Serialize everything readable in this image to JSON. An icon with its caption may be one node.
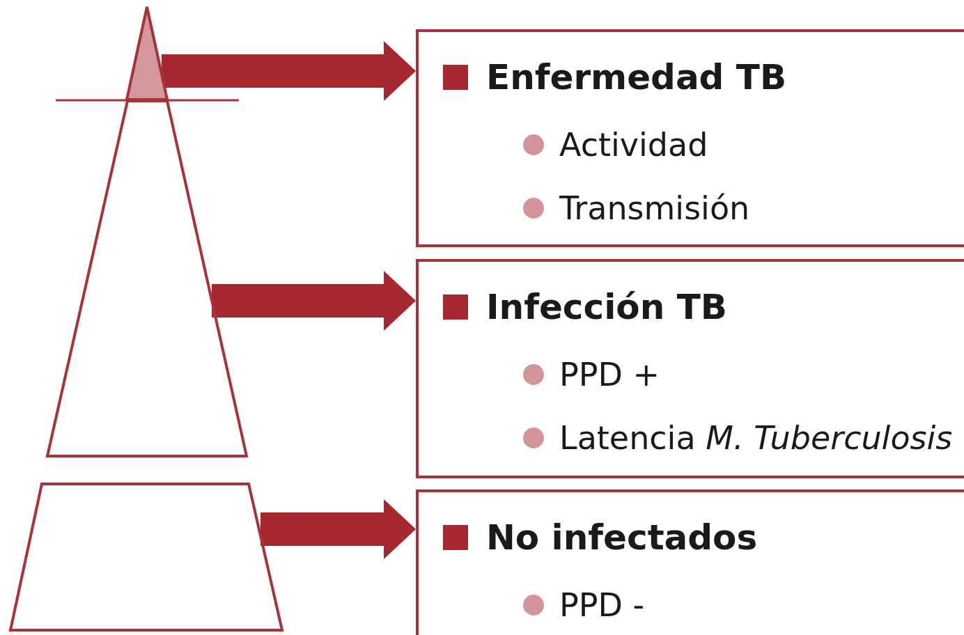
{
  "diagram": {
    "nodes": [
      {
        "text": [],
        "shape": "triangle"
      },
      {
        "text": [],
        "shape": "trapezoid"
      },
      {
        "text": [],
        "shape": "trapezoid"
      },
      {
        "text": [
          "Enfermedad TB",
          "Actividad",
          "Transmisión"
        ]
      },
      {
        "text": [
          "Infección TB",
          "PPD +",
          "Latencia *M. Tuberculosis*"
        ]
      },
      {
        "text": [
          "No infectados",
          "PPD -"
        ]
      }
    ],
    "edges": [
      {
        "from": 0,
        "to": 3,
        "arrow": "to"
      },
      {
        "from": 1,
        "to": 4,
        "arrow": "to"
      },
      {
        "from": 2,
        "to": 5,
        "arrow": "to"
      }
    ]
  }
}
